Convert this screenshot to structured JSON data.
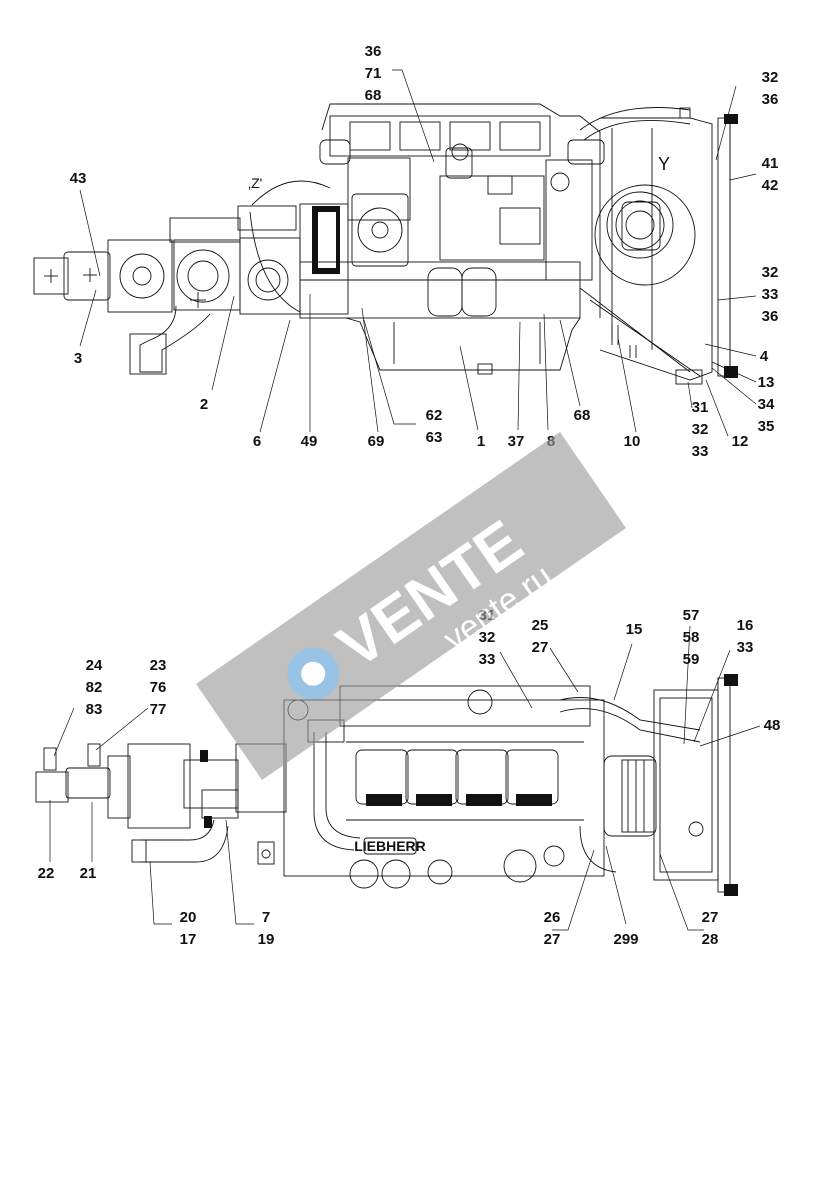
{
  "drawing": {
    "view_marker_z": "‚Z'",
    "view_marker_y": "Y"
  },
  "top_view_callouts": [
    {
      "id": "t-36",
      "text": "36"
    },
    {
      "id": "t-71",
      "text": "71"
    },
    {
      "id": "t-68a",
      "text": "68"
    },
    {
      "id": "t-32a",
      "text": "32"
    },
    {
      "id": "t-36b",
      "text": "36"
    },
    {
      "id": "t-41",
      "text": "41"
    },
    {
      "id": "t-42",
      "text": "42"
    },
    {
      "id": "t-32b",
      "text": "32"
    },
    {
      "id": "t-33a",
      "text": "33"
    },
    {
      "id": "t-36c",
      "text": "36"
    },
    {
      "id": "t-4",
      "text": "4"
    },
    {
      "id": "t-13",
      "text": "13"
    },
    {
      "id": "t-34",
      "text": "34"
    },
    {
      "id": "t-35",
      "text": "35"
    },
    {
      "id": "t-43",
      "text": "43"
    },
    {
      "id": "t-3",
      "text": "3"
    },
    {
      "id": "t-2",
      "text": "2"
    },
    {
      "id": "t-6",
      "text": "6"
    },
    {
      "id": "t-49",
      "text": "49"
    },
    {
      "id": "t-69",
      "text": "69"
    },
    {
      "id": "t-62",
      "text": "62"
    },
    {
      "id": "t-63",
      "text": "63"
    },
    {
      "id": "t-1",
      "text": "1"
    },
    {
      "id": "t-37",
      "text": "37"
    },
    {
      "id": "t-8",
      "text": "8"
    },
    {
      "id": "t-68b",
      "text": "68"
    },
    {
      "id": "t-10",
      "text": "10"
    },
    {
      "id": "t-31",
      "text": "31"
    },
    {
      "id": "t-32c",
      "text": "32"
    },
    {
      "id": "t-33b",
      "text": "33"
    },
    {
      "id": "t-12",
      "text": "12"
    }
  ],
  "bottom_view_callouts": [
    {
      "id": "b-24",
      "text": "24"
    },
    {
      "id": "b-82",
      "text": "82"
    },
    {
      "id": "b-83",
      "text": "83"
    },
    {
      "id": "b-23",
      "text": "23"
    },
    {
      "id": "b-76",
      "text": "76"
    },
    {
      "id": "b-77",
      "text": "77"
    },
    {
      "id": "b-31",
      "text": "31"
    },
    {
      "id": "b-32",
      "text": "32"
    },
    {
      "id": "b-33a",
      "text": "33"
    },
    {
      "id": "b-25",
      "text": "25"
    },
    {
      "id": "b-27a",
      "text": "27"
    },
    {
      "id": "b-15",
      "text": "15"
    },
    {
      "id": "b-57",
      "text": "57"
    },
    {
      "id": "b-58",
      "text": "58"
    },
    {
      "id": "b-59",
      "text": "59"
    },
    {
      "id": "b-16",
      "text": "16"
    },
    {
      "id": "b-33b",
      "text": "33"
    },
    {
      "id": "b-48",
      "text": "48"
    },
    {
      "id": "b-22",
      "text": "22"
    },
    {
      "id": "b-21",
      "text": "21"
    },
    {
      "id": "b-20",
      "text": "20"
    },
    {
      "id": "b-17",
      "text": "17"
    },
    {
      "id": "b-7",
      "text": "7"
    },
    {
      "id": "b-19",
      "text": "19"
    },
    {
      "id": "b-26",
      "text": "26"
    },
    {
      "id": "b-27b",
      "text": "27"
    },
    {
      "id": "b-299",
      "text": "299"
    },
    {
      "id": "b-27c",
      "text": "27"
    },
    {
      "id": "b-28",
      "text": "28"
    }
  ],
  "engine_brand": "LIEBHERR",
  "watermark": {
    "main": "VENTE",
    "sub": "vente.ru",
    "band_color": "#9a9a9a",
    "logo_color": "#5a9fd4"
  }
}
